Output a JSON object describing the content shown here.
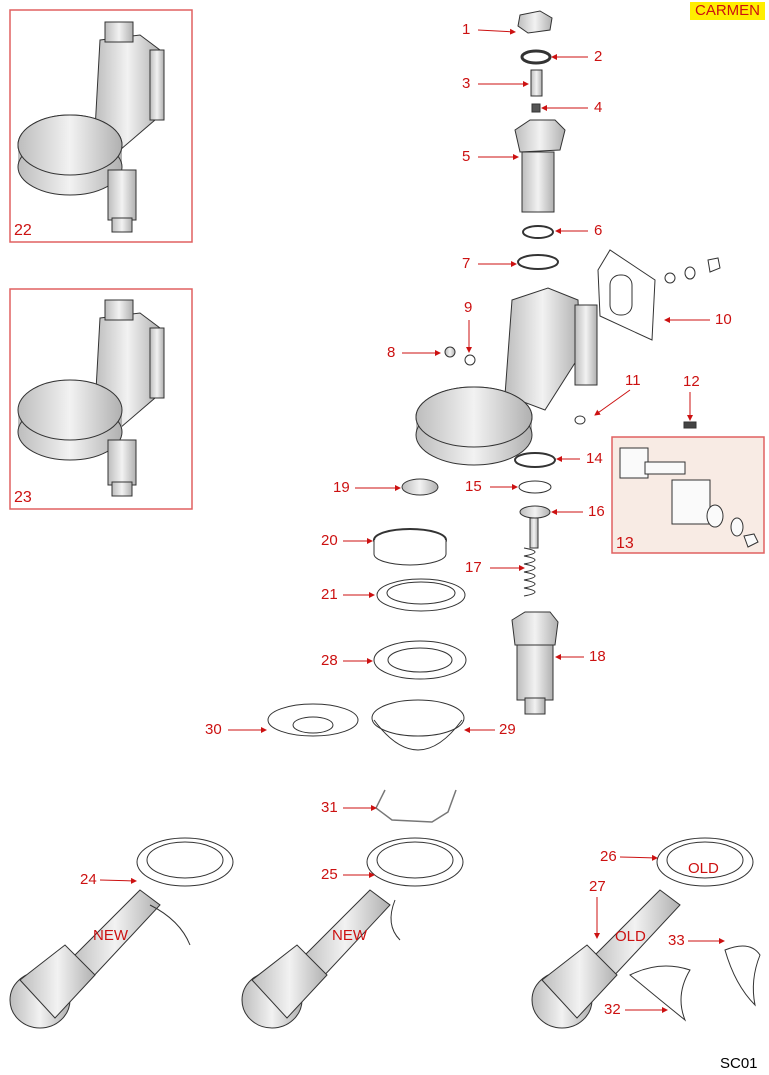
{
  "header": {
    "brand_tag": "CARMEN",
    "brand_bg": "#ffee00",
    "brand_color": "#cc1111"
  },
  "footer": {
    "sheet_code": "SC01"
  },
  "colors": {
    "callout": "#cc1111",
    "inset_border": "#e06060",
    "inset13_fill": "#f8ebe4",
    "part_fill": "#d8d8d8",
    "outline": "#333333"
  },
  "insets": [
    {
      "id": "22",
      "label": "22"
    },
    {
      "id": "23",
      "label": "23"
    },
    {
      "id": "13",
      "label": "13"
    }
  ],
  "callouts": [
    {
      "num": "1"
    },
    {
      "num": "2"
    },
    {
      "num": "3"
    },
    {
      "num": "4"
    },
    {
      "num": "5"
    },
    {
      "num": "6"
    },
    {
      "num": "7"
    },
    {
      "num": "8"
    },
    {
      "num": "9"
    },
    {
      "num": "10"
    },
    {
      "num": "11"
    },
    {
      "num": "12"
    },
    {
      "num": "14"
    },
    {
      "num": "15"
    },
    {
      "num": "16"
    },
    {
      "num": "17"
    },
    {
      "num": "18"
    },
    {
      "num": "19"
    },
    {
      "num": "20"
    },
    {
      "num": "21"
    },
    {
      "num": "28"
    },
    {
      "num": "30"
    },
    {
      "num": "29"
    },
    {
      "num": "31"
    },
    {
      "num": "24"
    },
    {
      "num": "25"
    },
    {
      "num": "26"
    },
    {
      "num": "27"
    },
    {
      "num": "33"
    },
    {
      "num": "32"
    }
  ],
  "variant_tags": {
    "new_24": "NEW",
    "new_25": "NEW",
    "old_26": "OLD",
    "old_27": "OLD"
  }
}
